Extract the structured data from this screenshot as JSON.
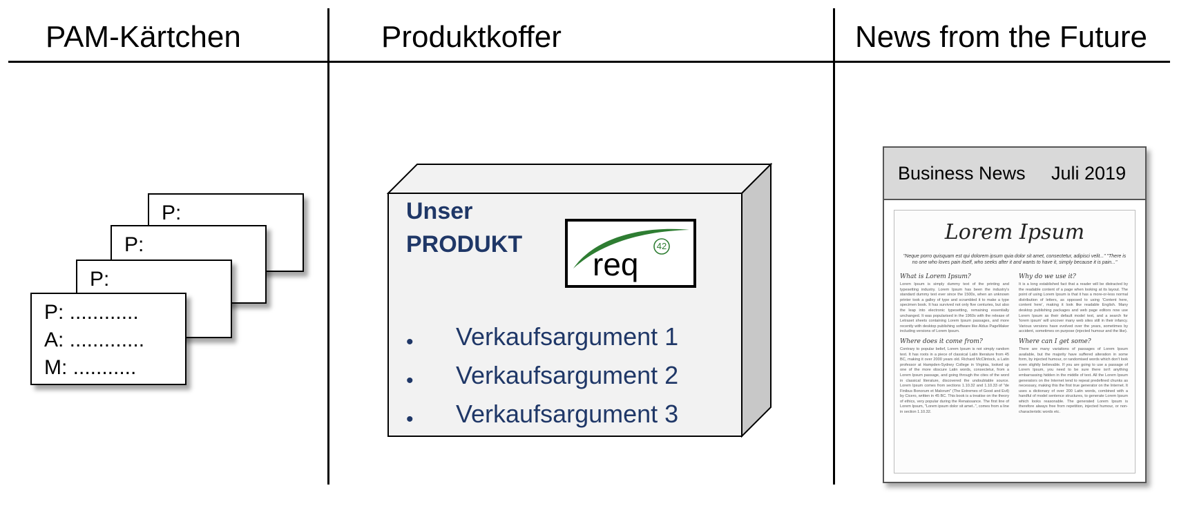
{
  "columns": {
    "pam": {
      "title": "PAM-Kärtchen"
    },
    "produkt": {
      "title": "Produktkoffer"
    },
    "news": {
      "title": "News from the Future"
    }
  },
  "pam_cards": {
    "back_labels": [
      "P:",
      "P:",
      "P:"
    ],
    "front_rows": [
      "P:  ............",
      "A: .............",
      "M: ..........."
    ]
  },
  "product_box": {
    "title_line1": "Unser",
    "title_line2": "PRODUKT",
    "logo_text": "req",
    "logo_badge": "42",
    "bullet_symbol": "•",
    "arguments": [
      "Verkaufsargument 1",
      "Verkaufsargument 2",
      "Verkaufsargument 3"
    ],
    "text_color": "#1f3767",
    "logo_arc_color": "#2e7d32"
  },
  "newspaper": {
    "header_left": "Business News",
    "header_right": "Juli 2019",
    "title": "Lorem Ipsum",
    "quote": "\"Neque porro quisquam est qui dolorem ipsum quia dolor sit amet, consectetur, adipisci velit...\" \"There is no one who loves pain itself, who seeks after it and wants to have it, simply because it is pain...\"",
    "sections": [
      {
        "heading": "What is Lorem Ipsum?",
        "text": "Lorem Ipsum is simply dummy text of the printing and typesetting industry. Lorem Ipsum has been the industry's standard dummy text ever since the 1500s, when an unknown printer took a galley of type and scrambled it to make a type specimen book. It has survived not only five centuries, but also the leap into electronic typesetting, remaining essentially unchanged. It was popularised in the 1960s with the release of Letraset sheets containing Lorem Ipsum passages, and more recently with desktop publishing software like Aldus PageMaker including versions of Lorem Ipsum."
      },
      {
        "heading": "Why do we use it?",
        "text": "It is a long established fact that a reader will be distracted by the readable content of a page when looking at its layout. The point of using Lorem Ipsum is that it has a more-or-less normal distribution of letters, as opposed to using 'Content here, content here', making it look like readable English. Many desktop publishing packages and web page editors now use Lorem Ipsum as their default model text, and a search for 'lorem ipsum' will uncover many web sites still in their infancy. Various versions have evolved over the years, sometimes by accident, sometimes on purpose (injected humour and the like)."
      },
      {
        "heading": "Where does it come from?",
        "text": "Contrary to popular belief, Lorem Ipsum is not simply random text. It has roots in a piece of classical Latin literature from 45 BC, making it over 2000 years old. Richard McClintock, a Latin professor at Hampden-Sydney College in Virginia, looked up one of the more obscure Latin words, consectetur, from a Lorem Ipsum passage, and going through the cites of the word in classical literature, discovered the undoubtable source. Lorem Ipsum comes from sections 1.10.32 and 1.10.33 of \"de Finibus Bonorum et Malorum\" (The Extremes of Good and Evil) by Cicero, written in 45 BC. This book is a treatise on the theory of ethics, very popular during the Renaissance. The first line of Lorem Ipsum, \"Lorem ipsum dolor sit amet..\", comes from a line in section 1.10.32."
      },
      {
        "heading": "Where can I get some?",
        "text": "There are many variations of passages of Lorem Ipsum available, but the majority have suffered alteration in some form, by injected humour, or randomised words which don't look even slightly believable. If you are going to use a passage of Lorem Ipsum, you need to be sure there isn't anything embarrassing hidden in the middle of text. All the Lorem Ipsum generators on the Internet tend to repeat predefined chunks as necessary, making this the first true generator on the Internet. It uses a dictionary of over 200 Latin words, combined with a handful of model sentence structures, to generate Lorem Ipsum which looks reasonable. The generated Lorem Ipsum is therefore always free from repetition, injected humour, or non-characteristic words etc."
      }
    ]
  }
}
